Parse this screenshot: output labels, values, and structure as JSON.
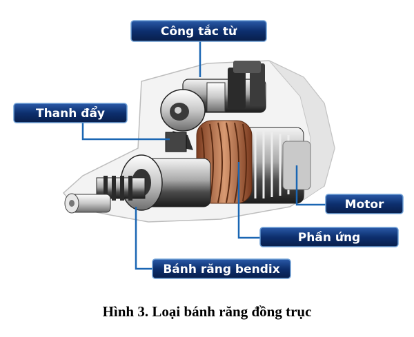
{
  "labels": {
    "solenoid": "Công tắc từ",
    "plunger": "Thanh đẩy",
    "motor": "Motor",
    "armature": "Phần ứng",
    "bendix_gear": "Bánh răng bendix"
  },
  "caption": "Hình 3. Loại bánh răng đồng trục",
  "colors": {
    "label_fill": "#0d2f6e",
    "label_edge": "#6fa0d6",
    "leader_line": "#1a66b3",
    "copper": "#b86a3c"
  }
}
